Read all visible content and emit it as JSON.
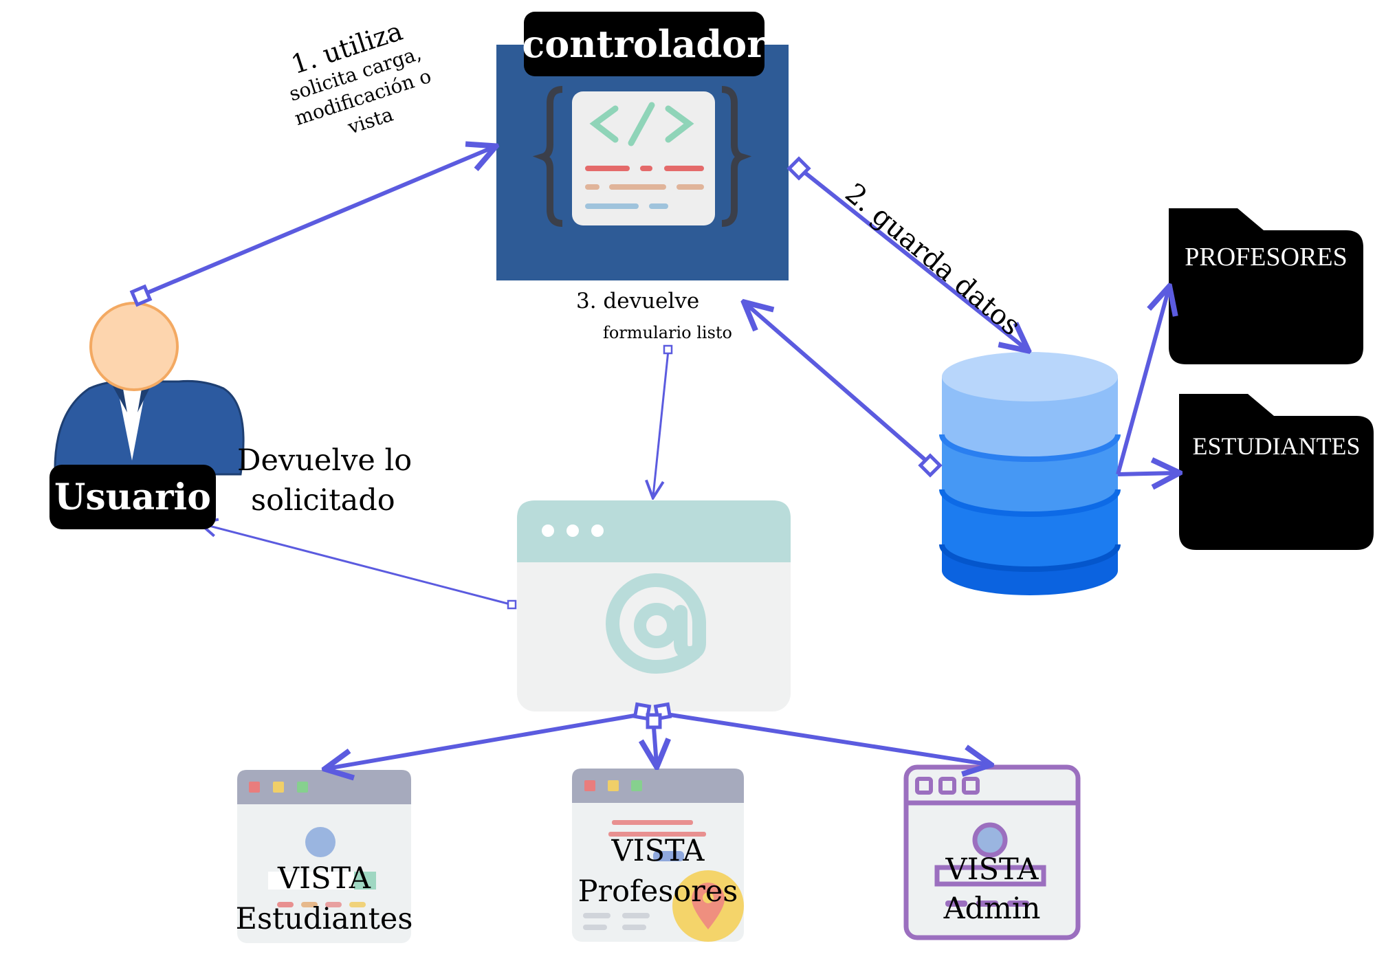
{
  "nodes": {
    "controller": {
      "label": "controlador"
    },
    "user": {
      "label": "Usuario"
    },
    "folder_profesores": {
      "label": "PROFESORES"
    },
    "folder_estudiantes": {
      "label": "ESTUDIANTES"
    },
    "view_estudiantes": {
      "line1": "VISTA",
      "line2": "Estudiantes"
    },
    "view_profesores": {
      "line1": "VISTA",
      "line2": "Profesores"
    },
    "view_admin": {
      "line1": "VISTA",
      "line2": "Admin"
    }
  },
  "edges": {
    "uses": {
      "title": "1. utiliza",
      "line1": "solicita carga,",
      "line2": "modificación o",
      "line3": "vista"
    },
    "saves": {
      "title": "2. guarda datos"
    },
    "returns": {
      "title": "3. devuelve",
      "subtitle": "formulario listo"
    },
    "returns_user": {
      "line1": "Devuelve lo",
      "line2": "solicitado"
    }
  },
  "colors": {
    "arrow": "#5b5bdf",
    "controller_bg": "#2e5b96",
    "tag_bg": "#000000",
    "database": "#1c7cf0",
    "browser_header": "#b9dcda",
    "admin_accent": "#9b6fbf"
  }
}
